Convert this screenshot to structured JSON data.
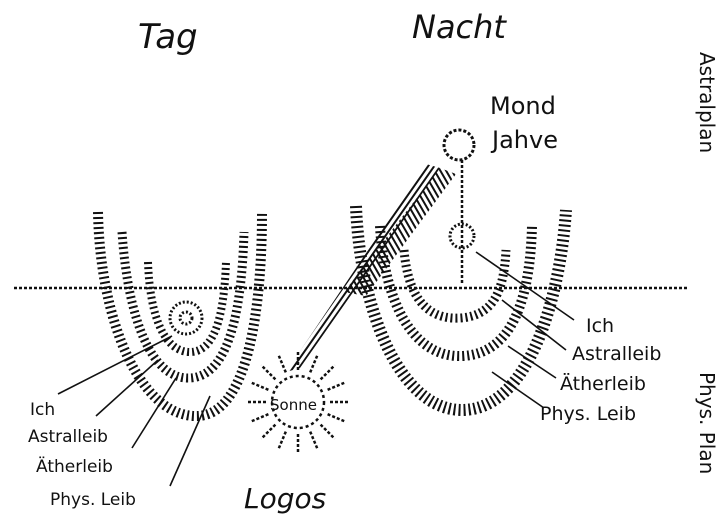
{
  "headings": {
    "day": "Tag",
    "night": "Nacht"
  },
  "planes": {
    "astral": "Astralplan",
    "physical": "Phys. Plan"
  },
  "moon": {
    "line1": "Mond",
    "line2": "Jahve"
  },
  "sun": {
    "label": "Sonne",
    "caption": "Logos"
  },
  "day_labels": [
    "Ich",
    "Astralleib",
    "Ätherleib",
    "Phys. Leib"
  ],
  "night_labels": [
    "Ich",
    "Astralleib",
    "Ätherleib",
    "Phys. Leib"
  ],
  "ink_color": "#111111"
}
